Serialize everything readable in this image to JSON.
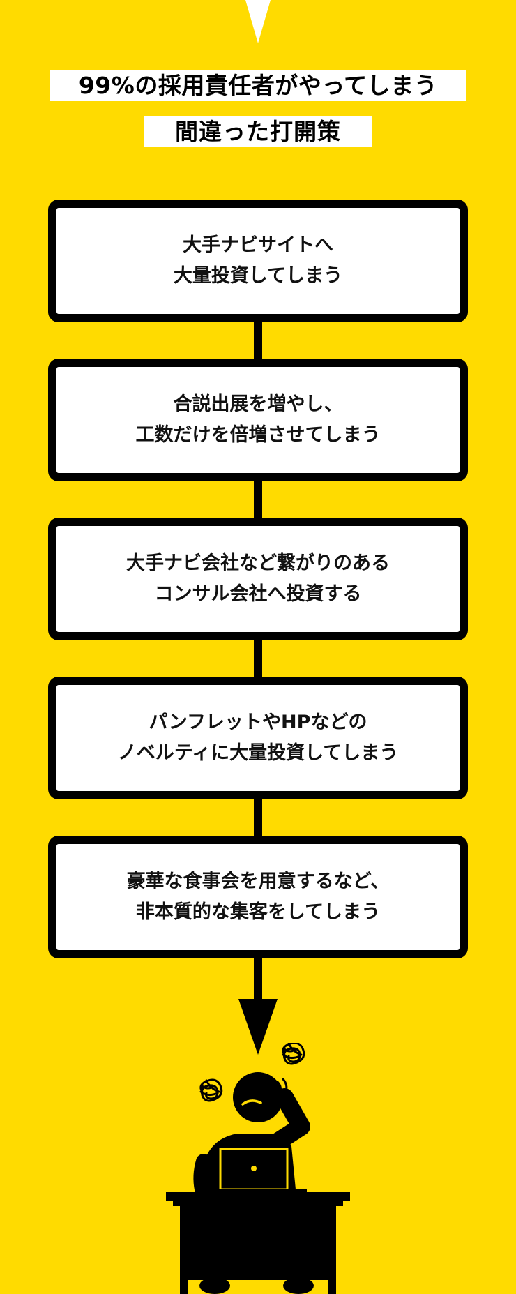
{
  "header": {
    "title_line1": "99%の採用責任者がやってしまう",
    "title_line2": "間違った打開策"
  },
  "steps": [
    {
      "line1": "大手ナビサイトへ",
      "line2": "大量投資してしまう"
    },
    {
      "line1": "合説出展を増やし、",
      "line2": "工数だけを倍増させてしまう"
    },
    {
      "line1": "大手ナビ会社など繋がりのある",
      "line2": "コンサル会社へ投資する"
    },
    {
      "line1": "パンフレットやHPなどの",
      "line2": "ノベルティに大量投資してしまう"
    },
    {
      "line1": "豪華な食事会を用意するなど、",
      "line2": "非本質的な集客をしてしまう"
    }
  ],
  "colors": {
    "background": "#FFDB00",
    "box": "#FFFFFF",
    "ink": "#000000"
  },
  "icons": {
    "top": "triangle-down-icon",
    "bottom": "arrow-down-icon",
    "figure": "worried-person-at-desk-icon"
  }
}
